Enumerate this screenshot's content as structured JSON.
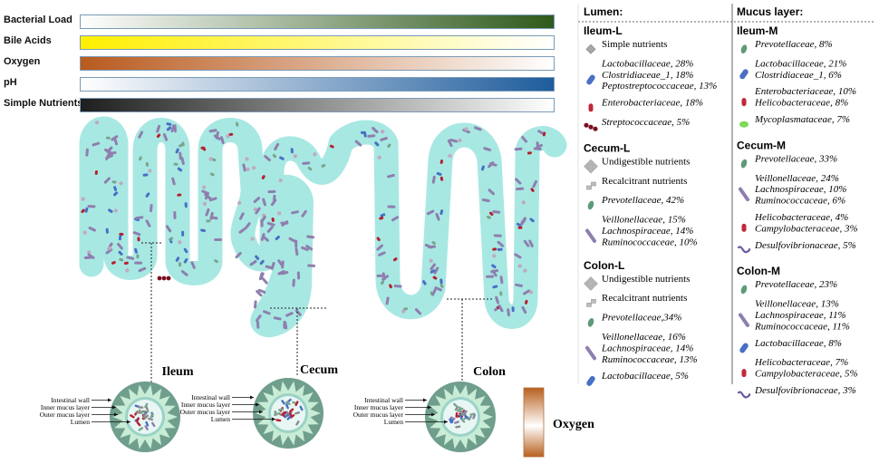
{
  "gradients": [
    {
      "label": "Bacterial Load",
      "from": "#ffffff",
      "to": "#2f5a1c"
    },
    {
      "label": "Bile Acids",
      "from": "#ffef00",
      "to": "#ffffff"
    },
    {
      "label": "Oxygen",
      "from": "#b85a1e",
      "to": "#ffffff"
    },
    {
      "label": "pH",
      "from": "#ffffff",
      "to": "#1f5c9c"
    },
    {
      "label": "Simple Nutrients",
      "from": "#1e1e1e",
      "to": "#ffffff"
    }
  ],
  "segments": {
    "ileum": "Ileum",
    "cecum": "Cecum",
    "colon": "Colon"
  },
  "layer_labels": [
    "Intestinal wall",
    "Inner mucus layer",
    "Outer mucus layer",
    "Lumen"
  ],
  "oxygen_label": "Oxygen",
  "colors": {
    "lumen": "#a8e8e3",
    "mucus": "#7fbfa4",
    "wall": "#6f9e8c",
    "rod": "#8e7fae",
    "cocci": "#b62030"
  },
  "legend": {
    "lumen_header": "Lumen:",
    "mucus_header": "Mucus layer:",
    "lumen": [
      {
        "title": "Ileum-L",
        "items": [
          {
            "icon": "diamond-icon",
            "lines": [
              "Simple nutrients"
            ],
            "italic": false
          },
          {
            "icon": "blue-rod-icon",
            "lines": [
              "Lactobacillaceae, 28%",
              "Clostridiaceae_1, 18%",
              "Peptostreptococcaceae, 13%"
            ],
            "italic": true
          },
          {
            "icon": "red-rod-icon",
            "lines": [
              "Enterobacteriaceae, 18%"
            ],
            "italic": true
          },
          {
            "icon": "cocci-chain-icon",
            "lines": [
              "Streptococcaceae, 5%"
            ],
            "italic": true
          }
        ]
      },
      {
        "title": "Cecum-L",
        "items": [
          {
            "icon": "diamond-cluster-icon",
            "lines": [
              "Undigestible nutrients"
            ],
            "italic": false
          },
          {
            "icon": "small-diamond-icon",
            "lines": [
              "Recalcitrant nutrients"
            ],
            "italic": false
          },
          {
            "icon": "green-oval-icon",
            "lines": [
              "Prevotellaceae, 42%"
            ],
            "italic": true
          },
          {
            "icon": "purple-rod-icon",
            "lines": [
              "Veillonellaceae, 15%",
              "Lachnospiraceae, 14%",
              "Ruminococcaceae, 10%"
            ],
            "italic": true
          }
        ]
      },
      {
        "title": "Colon-L",
        "items": [
          {
            "icon": "diamond-cluster-icon",
            "lines": [
              "Undigestible nutrients"
            ],
            "italic": false
          },
          {
            "icon": "small-diamond-icon",
            "lines": [
              "Recalcitrant nutrients"
            ],
            "italic": false
          },
          {
            "icon": "green-oval-icon",
            "lines": [
              "Prevotellaceae,34%"
            ],
            "italic": true
          },
          {
            "icon": "purple-rod-icon",
            "lines": [
              "Veillonellaceae, 16%",
              "Lachnospiraceae, 14%",
              "Ruminococcaceae, 13%"
            ],
            "italic": true
          },
          {
            "icon": "blue-rod-icon",
            "lines": [
              "Lactobacillaceae, 5%"
            ],
            "italic": true
          }
        ]
      }
    ],
    "mucus": [
      {
        "title": "Ileum-M",
        "items": [
          {
            "icon": "green-oval-icon",
            "lines": [
              "Prevotellaceae, 8%"
            ],
            "italic": true
          },
          {
            "icon": "blue-rod-icon",
            "lines": [
              "Lactobacillaceae, 21%",
              "Clostridiaceae_1, 6%"
            ],
            "italic": true
          },
          {
            "icon": "red-rod-icon",
            "lines": [
              "Enterobacteriaceae, 10%",
              "Helicobacteraceae, 8%"
            ],
            "italic": true
          },
          {
            "icon": "lime-oval-icon",
            "lines": [
              "Mycoplasmataceae, 7%"
            ],
            "italic": true
          }
        ]
      },
      {
        "title": "Cecum-M",
        "items": [
          {
            "icon": "green-oval-icon",
            "lines": [
              "Prevotellaceae, 33%"
            ],
            "italic": true
          },
          {
            "icon": "purple-rod-icon",
            "lines": [
              "Veillonellaceae, 24%",
              "Lachnospiraceae, 10%",
              "Ruminococcaceae, 6%"
            ],
            "italic": true
          },
          {
            "icon": "red-rod-icon",
            "lines": [
              "Helicobacteraceae, 4%",
              "Campylobacteraceae, 3%"
            ],
            "italic": true
          },
          {
            "icon": "spiral-icon",
            "lines": [
              "Desulfovibrionaceae, 5%"
            ],
            "italic": true
          }
        ]
      },
      {
        "title": "Colon-M",
        "items": [
          {
            "icon": "green-oval-icon",
            "lines": [
              "Prevotellaceae, 23%"
            ],
            "italic": true
          },
          {
            "icon": "purple-rod-icon",
            "lines": [
              "Veillonellaceae, 13%",
              "Lachnospiraceae, 11%",
              "Ruminococcaceae, 11%"
            ],
            "italic": true
          },
          {
            "icon": "blue-rod-icon",
            "lines": [
              "Lactobacillaceae, 8%"
            ],
            "italic": true
          },
          {
            "icon": "red-rod-icon",
            "lines": [
              "Helicobacteraceae, 7%",
              "Campylobacteraceae, 5%"
            ],
            "italic": true
          },
          {
            "icon": "spiral-icon",
            "lines": [
              "Desulfovibrionaceae, 3%"
            ],
            "italic": true
          }
        ]
      }
    ]
  }
}
